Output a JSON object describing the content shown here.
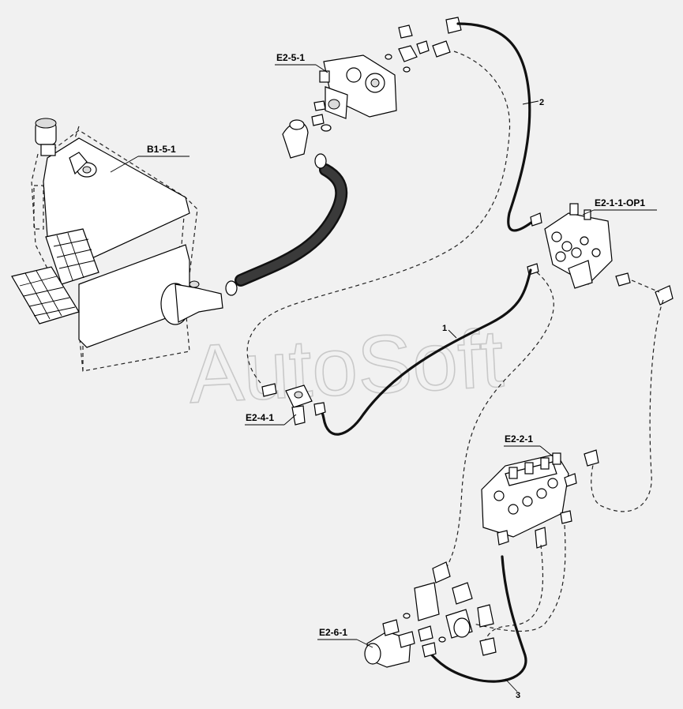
{
  "labels": {
    "tank": "B1-5-1",
    "pump": "E2-5-1",
    "control_valve": "E2-1-1-OP1",
    "multi_valve": "E2-2-1",
    "filter": "E2-4-1",
    "bottom_valve": "E2-6-1"
  },
  "hose_numbers": {
    "hose_1": "1",
    "hose_2": "2",
    "hose_3": "3"
  },
  "watermark": "AutoSoft"
}
